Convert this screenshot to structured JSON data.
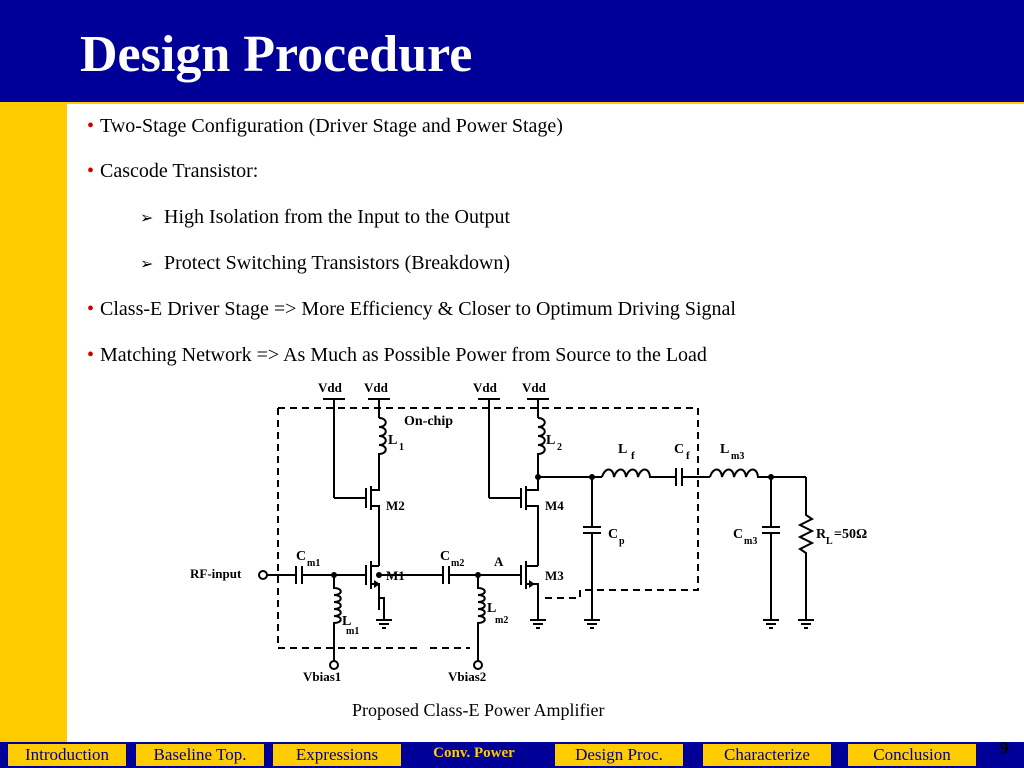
{
  "slide": {
    "title": "Design Procedure",
    "page_number": "9"
  },
  "bullets": [
    "Two-Stage Configuration (Driver Stage and Power Stage)",
    "Cascode Transistor:",
    "Class-E Driver Stage => More Efficiency & Closer to Optimum Driving Signal",
    "Matching Network => As Much as Possible Power from Source to the Load"
  ],
  "subbullets": [
    "High Isolation from the Input to the Output",
    "Protect Switching Transistors (Breakdown)"
  ],
  "bullet_symbol": "•",
  "subbullet_symbol": "➢",
  "figure": {
    "caption": "Proposed Class-E Power Amplifier",
    "labels": {
      "vdd": "Vdd",
      "onchip": "On-chip",
      "L": "L",
      "sub1": "1",
      "sub2": "2",
      "f": "f",
      "C": "C",
      "m3": "m3",
      "p": "p",
      "R": "R",
      "L_sub": "L",
      "rl_value": "=50Ω",
      "M1": "M1",
      "M2": "M2",
      "M3": "M3",
      "M4": "M4",
      "m1": "m1",
      "m2": "m2",
      "A": "A",
      "rf_input": "RF-input",
      "vbias1": "Vbias1",
      "vbias2": "Vbias2"
    }
  },
  "nav": {
    "introduction": "Introduction",
    "baseline": "Baseline Top.",
    "expressions": "Expressions",
    "conv_power": "Conv. Power",
    "design_proc": "Design Proc.",
    "characterize": "Characterize",
    "conclusion": "Conclusion"
  },
  "colors": {
    "title_bg": "#000099",
    "accent": "#FFCC00",
    "bullet": "#CC0000"
  }
}
